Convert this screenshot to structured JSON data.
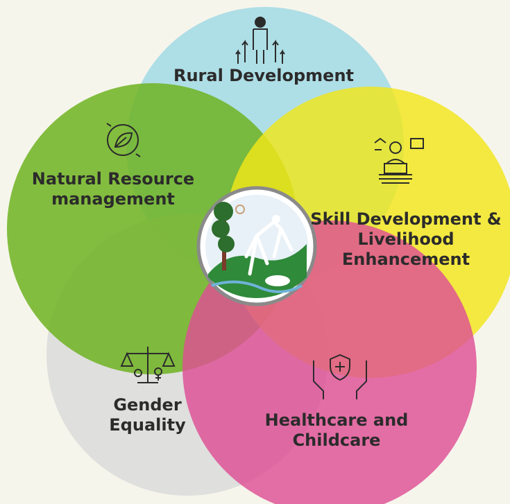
{
  "colors": {
    "background": "#f6f5ec",
    "rural": "#a6dce6",
    "natural": "#76b82a",
    "skill": "#f0e81e",
    "gender": "#dcdcdc",
    "health": "#e0559a",
    "text": "#2b2b2b"
  },
  "diagram": {
    "nodes": [
      {
        "id": "rural",
        "lines": [
          "Rural Development"
        ],
        "icon": "people-growth-icon"
      },
      {
        "id": "natural",
        "lines": [
          "Natural Resource",
          "management"
        ],
        "icon": "leaf-recycle-icon"
      },
      {
        "id": "skill",
        "lines": [
          "Skill Development &",
          "Livelihood",
          "Enhancement"
        ],
        "icon": "person-training-icon"
      },
      {
        "id": "gender",
        "lines": [
          "Gender",
          "Equality"
        ],
        "icon": "balance-scale-icon"
      },
      {
        "id": "health",
        "lines": [
          "Healthcare and",
          "Childcare"
        ],
        "icon": "hands-shield-icon"
      }
    ],
    "center": {
      "icon": "organization-logo"
    }
  }
}
